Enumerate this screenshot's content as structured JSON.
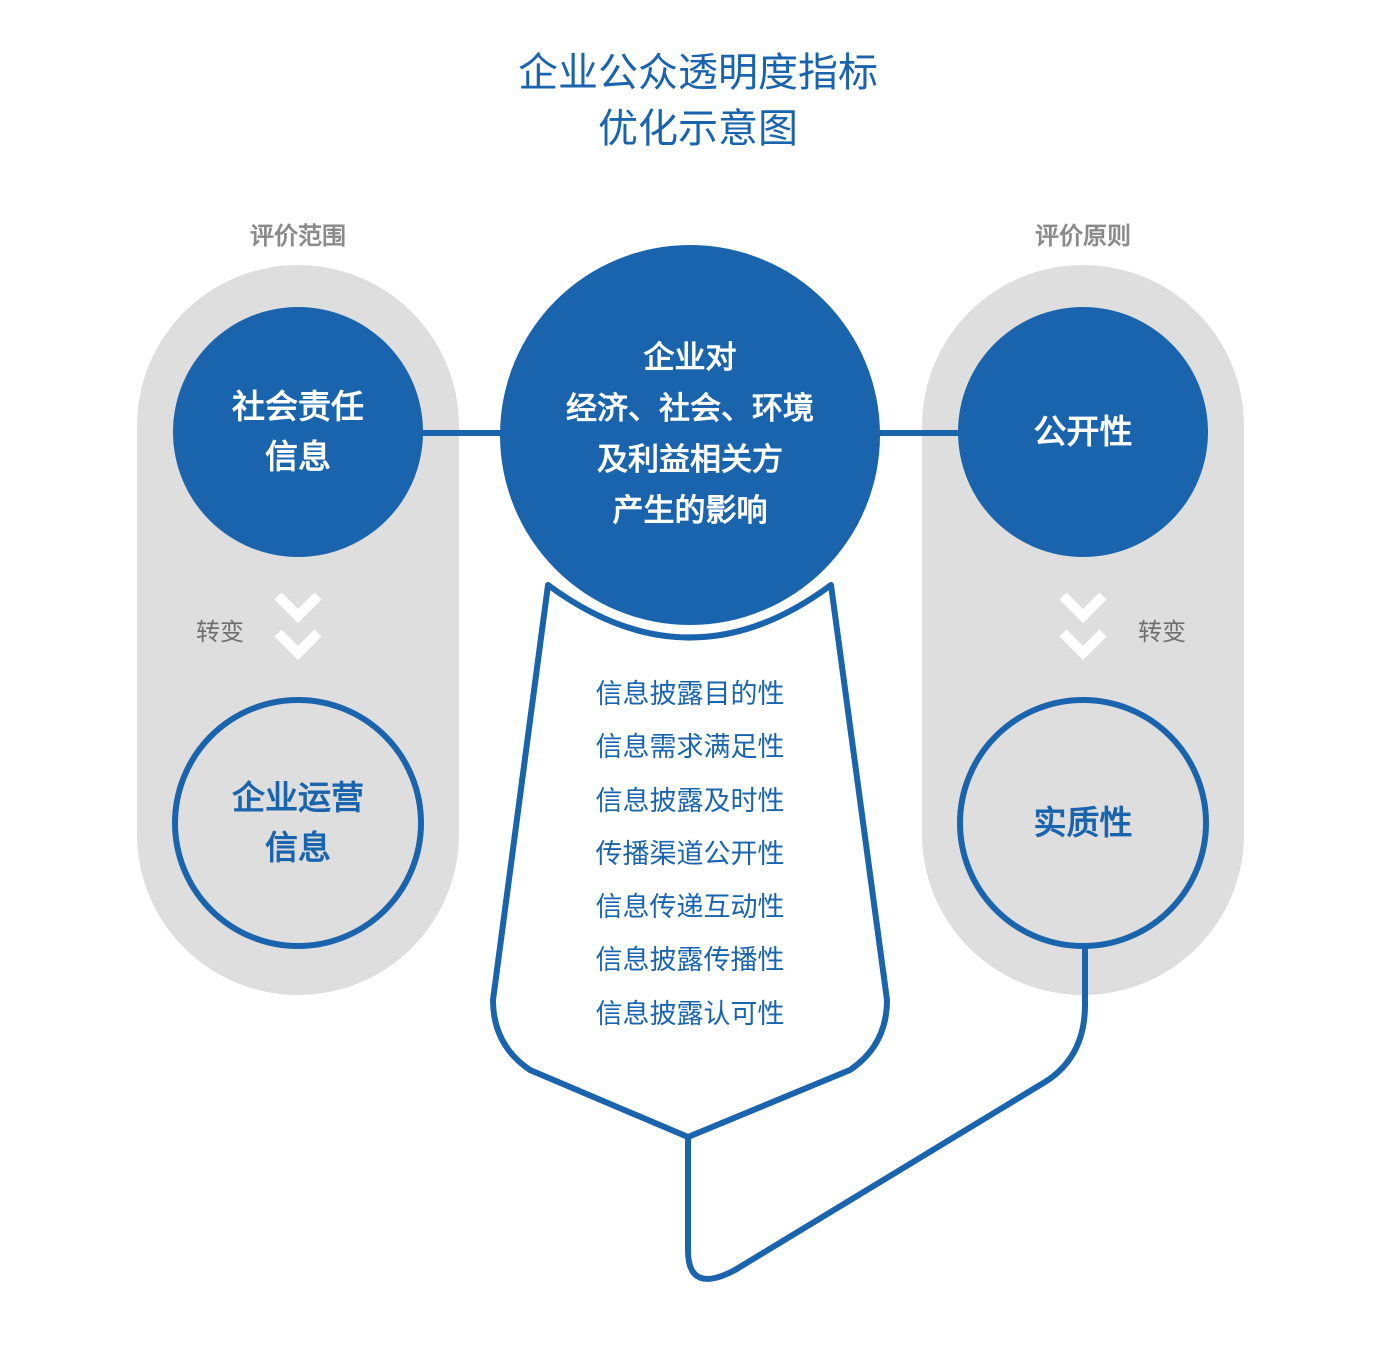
{
  "title": {
    "line1": "企业公众透明度指标",
    "line2": "优化示意图"
  },
  "colors": {
    "brand_blue": "#1a64ad",
    "pill_gray": "#dedede",
    "label_gray": "#8a8a8a",
    "background": "#ffffff"
  },
  "left_column": {
    "label": "评价范围",
    "top_bubble": {
      "line1": "社会责任",
      "line2": "信息"
    },
    "transition_label": "转变",
    "bottom_bubble": {
      "line1": "企业运营",
      "line2": "信息"
    }
  },
  "right_column": {
    "label": "评价原则",
    "top_bubble": {
      "line1": "公开性"
    },
    "transition_label": "转变",
    "bottom_bubble": {
      "line1": "实质性"
    }
  },
  "center": {
    "circle": {
      "line1": "企业对",
      "line2": "经济、社会、环境",
      "line3": "及利益相关方",
      "line4": "产生的影响"
    },
    "indicators": [
      "信息披露目的性",
      "信息需求满足性",
      "信息披露及时性",
      "传播渠道公开性",
      "信息传递互动性",
      "信息披露传播性",
      "信息披露认可性"
    ]
  },
  "icons": {
    "left_transition": "double-chevron-down-icon",
    "right_transition": "double-chevron-down-icon"
  }
}
